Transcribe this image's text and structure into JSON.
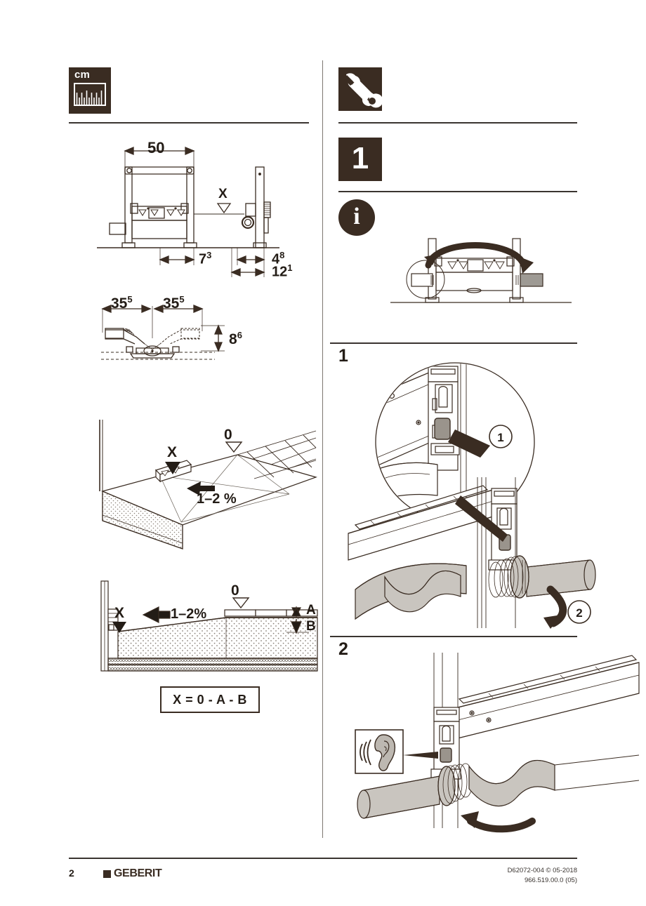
{
  "document": {
    "page_number": "2",
    "brand": "GEBERIT",
    "doc_code": "D62072-004 © 05-2018",
    "article_code": "966.519.00.0 (05)"
  },
  "left_column": {
    "unit_icon": {
      "name": "ruler-icon",
      "label": "cm"
    },
    "dimension_drawing": {
      "title_dims": [
        "50"
      ],
      "marker_x": "X",
      "bottom_dims": [
        {
          "value": "7",
          "sup": "3"
        },
        {
          "value": "4",
          "sup": "8"
        },
        {
          "value": "12",
          "sup": "1"
        }
      ]
    },
    "swivel_drawing": {
      "dims": [
        {
          "value": "35",
          "sup": "5"
        },
        {
          "value": "35",
          "sup": "5"
        },
        {
          "value": "8",
          "sup": "6"
        }
      ]
    },
    "isometric_floor": {
      "marker_zero": "0",
      "marker_x": "X",
      "slope_label": "1–2 %"
    },
    "section_floor": {
      "marker_zero": "0",
      "marker_x": "X",
      "slope_label": "1–2%",
      "dim_a": "A",
      "dim_b": "B"
    },
    "formula": "X = 0 - A - B"
  },
  "right_column": {
    "tool_icon": "wrench-icon",
    "step_badge": "1",
    "info_icon": "info-icon",
    "steps": [
      {
        "number": "1",
        "callouts": [
          "1",
          "2"
        ]
      },
      {
        "number": "2",
        "callouts": []
      }
    ]
  }
}
